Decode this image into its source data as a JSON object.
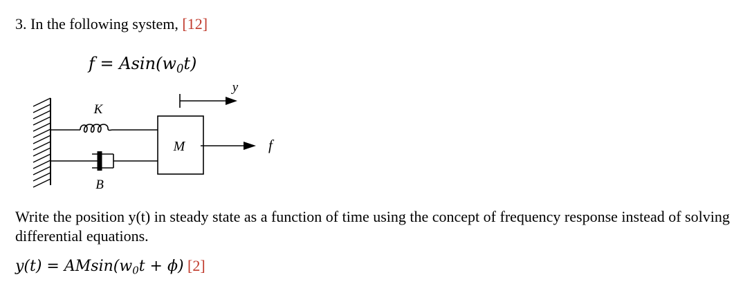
{
  "question": {
    "number": "3.",
    "text": "In the following system,",
    "marks": "[12]"
  },
  "forcing": {
    "lhs": "f",
    "rhs_prefix": "Asin(w",
    "rhs_sub": "0",
    "rhs_suffix": "t)"
  },
  "diagram": {
    "spring_label": "K",
    "damper_label": "B",
    "mass_label": "M",
    "position_label": "y",
    "force_label": "f"
  },
  "prompt": {
    "text": "Write the position y(t) in steady state as a function of time using the concept of frequency response instead of solving differential equations."
  },
  "answer": {
    "lhs": "y(t)",
    "rhs_prefix": "AMsin(w",
    "rhs_sub": "0",
    "rhs_suffix": "t + ϕ)",
    "marks": "[2]"
  },
  "colors": {
    "marks": "#c0392b",
    "text": "#000000"
  }
}
